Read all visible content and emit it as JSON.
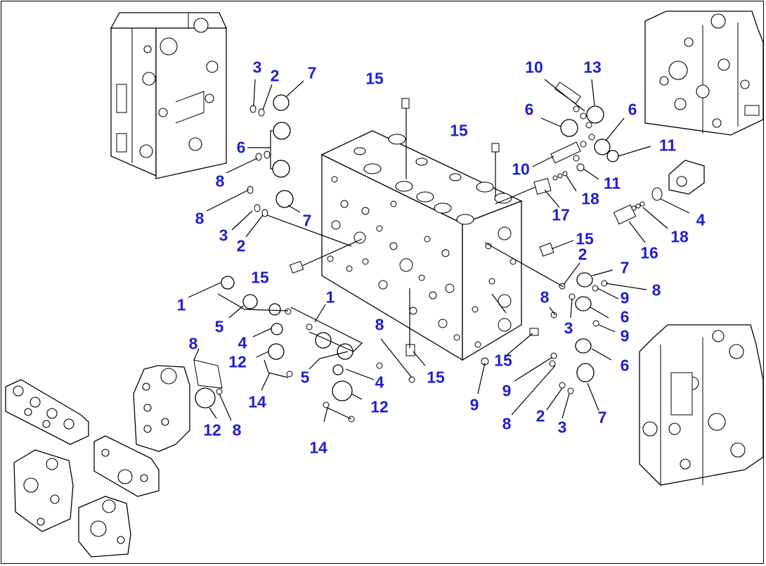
{
  "colors": {
    "callout": "#1f1fd0",
    "line": "#000000",
    "background": "#ffffff"
  },
  "callouts": [
    {
      "id": "c1",
      "text": "3"
    },
    {
      "id": "c2",
      "text": "2"
    },
    {
      "id": "c3",
      "text": "7"
    },
    {
      "id": "c4",
      "text": "6"
    },
    {
      "id": "c5",
      "text": "8"
    },
    {
      "id": "c6",
      "text": "8"
    },
    {
      "id": "c7",
      "text": "7"
    },
    {
      "id": "c8",
      "text": "3"
    },
    {
      "id": "c9",
      "text": "2"
    },
    {
      "id": "c10",
      "text": "15"
    },
    {
      "id": "c11",
      "text": "15"
    },
    {
      "id": "c12",
      "text": "15"
    },
    {
      "id": "c13",
      "text": "1"
    },
    {
      "id": "c14",
      "text": "1"
    },
    {
      "id": "c15",
      "text": "5"
    },
    {
      "id": "c16",
      "text": "4"
    },
    {
      "id": "c17",
      "text": "12"
    },
    {
      "id": "c18",
      "text": "8"
    },
    {
      "id": "c19",
      "text": "14"
    },
    {
      "id": "c20",
      "text": "5"
    },
    {
      "id": "c21",
      "text": "4"
    },
    {
      "id": "c22",
      "text": "12"
    },
    {
      "id": "c23",
      "text": "12"
    },
    {
      "id": "c24",
      "text": "8"
    },
    {
      "id": "c25",
      "text": "14"
    },
    {
      "id": "c26",
      "text": "8"
    },
    {
      "id": "c27",
      "text": "15"
    },
    {
      "id": "c28",
      "text": "10"
    },
    {
      "id": "c29",
      "text": "13"
    },
    {
      "id": "c30",
      "text": "6"
    },
    {
      "id": "c31",
      "text": "6"
    },
    {
      "id": "c32",
      "text": "11"
    },
    {
      "id": "c33",
      "text": "10"
    },
    {
      "id": "c34",
      "text": "11"
    },
    {
      "id": "c35",
      "text": "18"
    },
    {
      "id": "c36",
      "text": "17"
    },
    {
      "id": "c37",
      "text": "4"
    },
    {
      "id": "c38",
      "text": "18"
    },
    {
      "id": "c39",
      "text": "16"
    },
    {
      "id": "c40",
      "text": "15"
    },
    {
      "id": "c41",
      "text": "2"
    },
    {
      "id": "c42",
      "text": "7"
    },
    {
      "id": "c43",
      "text": "8"
    },
    {
      "id": "c44",
      "text": "9"
    },
    {
      "id": "c45",
      "text": "6"
    },
    {
      "id": "c46",
      "text": "8"
    },
    {
      "id": "c47",
      "text": "3"
    },
    {
      "id": "c48",
      "text": "9"
    },
    {
      "id": "c49",
      "text": "15"
    },
    {
      "id": "c50",
      "text": "6"
    },
    {
      "id": "c51",
      "text": "9"
    },
    {
      "id": "c52",
      "text": "9"
    },
    {
      "id": "c53",
      "text": "8"
    },
    {
      "id": "c54",
      "text": "2"
    },
    {
      "id": "c55",
      "text": "3"
    },
    {
      "id": "c56",
      "text": "7"
    }
  ]
}
